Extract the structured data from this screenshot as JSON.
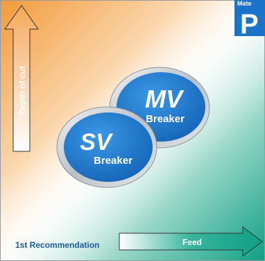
{
  "badge": {
    "top_text": "Mate",
    "letter": "P",
    "color": "#1a73c8"
  },
  "axes": {
    "y_label": "Depth of cut",
    "x_label": "Feed",
    "recommendation": "1st Recommendation"
  },
  "breakers": [
    {
      "code": "MV",
      "label": "Breaker"
    },
    {
      "code": "SV",
      "label": "Breaker"
    }
  ],
  "colors": {
    "orange": "#f29a3a",
    "teal": "#14a58a",
    "blue": "#1f7fd1",
    "text_blue": "#1a5aa8"
  }
}
